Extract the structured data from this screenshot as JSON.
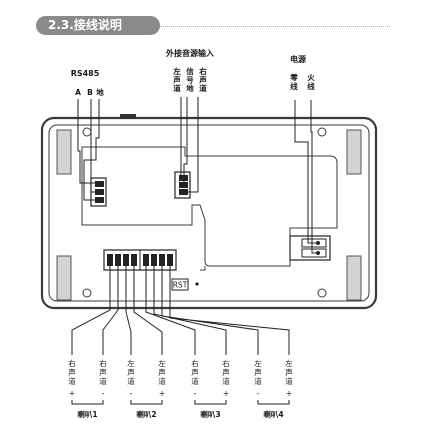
{
  "section_title": "2.3.接线说明",
  "rs485": {
    "title": "RS485",
    "pins": [
      "A",
      "B",
      "地"
    ]
  },
  "external_input": {
    "title": "外接音源输入",
    "pins": [
      "左声道",
      "信号地",
      "右声道"
    ]
  },
  "power": {
    "title": "电源",
    "pins": [
      "零线",
      "火线"
    ]
  },
  "reset_label": "RST",
  "speakers": [
    {
      "name": "喇叭1",
      "terminals": [
        {
          "label": "右声道",
          "sign": "+"
        },
        {
          "label": "右声道",
          "sign": "-"
        }
      ]
    },
    {
      "name": "喇叭2",
      "terminals": [
        {
          "label": "左声道",
          "sign": "-"
        },
        {
          "label": "左声道",
          "sign": "+"
        }
      ]
    },
    {
      "name": "喇叭3",
      "terminals": [
        {
          "label": "右声道",
          "sign": "-"
        },
        {
          "label": "右声道",
          "sign": "+"
        }
      ]
    },
    {
      "name": "喇叭4",
      "terminals": [
        {
          "label": "左声道",
          "sign": "-"
        },
        {
          "label": "左声道",
          "sign": "+"
        }
      ]
    }
  ]
}
